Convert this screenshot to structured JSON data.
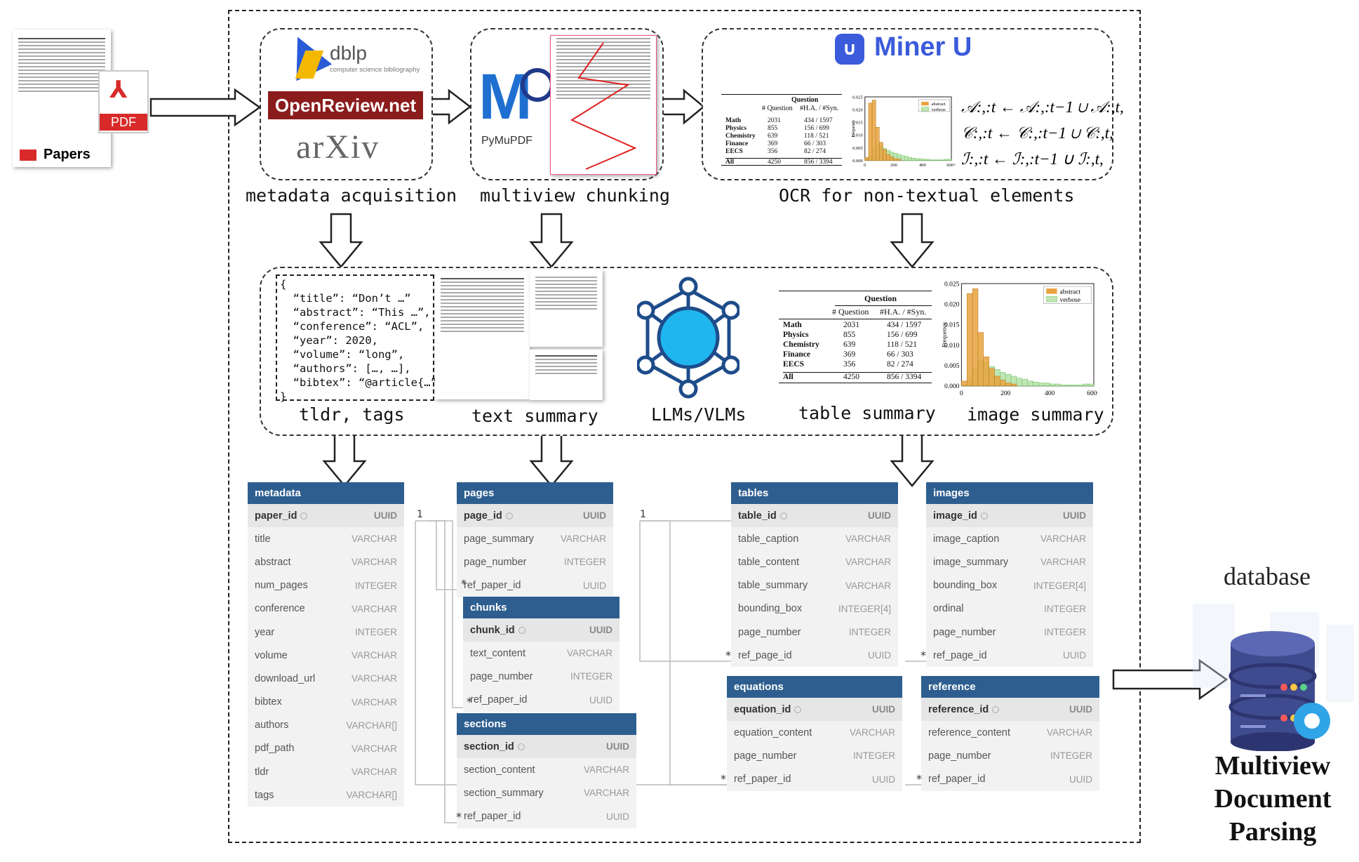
{
  "input": {
    "pdf_label": "PDF",
    "papers_label": "Papers"
  },
  "logos": {
    "dblp": "dblp",
    "dblp_sub": "computer science bibliography",
    "openreview": "OpenReview.net",
    "arxiv": "arXiv",
    "pymupdf": "PyMuPDF",
    "mineru": "Miner U"
  },
  "captions": {
    "metadata": "metadata acquisition",
    "chunking": "multiview chunking",
    "ocr": "OCR for non-textual elements",
    "tldr": "tldr, tags",
    "text_summary": "text summary",
    "llm": "LLMs/VLMs",
    "table_summary": "table summary",
    "image_summary": "image summary"
  },
  "json_example": [
    "{",
    "  “title”: “Don’t …”",
    "  “abstract”: “This …”,",
    "  “conference”: “ACL”,",
    "  “year”: 2020,",
    "  “volume”: “long”,",
    "  “authors”: […, …],",
    "  “bibtex”: “@article{…”",
    "}"
  ],
  "stats_table": {
    "group_header": "Question",
    "col1": "# Question",
    "col2": "#H.A. / #Syn.",
    "rows": [
      {
        "name": "Math",
        "q": "2031",
        "ha": "434 / 1597"
      },
      {
        "name": "Physics",
        "q": "855",
        "ha": "156 / 699"
      },
      {
        "name": "Chemistry",
        "q": "639",
        "ha": "118 / 521"
      },
      {
        "name": "Finance",
        "q": "369",
        "ha": "66 / 303"
      },
      {
        "name": "EECS",
        "q": "356",
        "ha": "82 / 274"
      }
    ],
    "total": {
      "name": "All",
      "q": "4250",
      "ha": "856 / 3394"
    }
  },
  "histogram": {
    "legend": [
      "abstract",
      "verbose"
    ],
    "ylabel": "Frequency",
    "yticks": [
      "0.025",
      "0.020",
      "0.015",
      "0.010",
      "0.005",
      "0.000"
    ],
    "xticks": [
      "0",
      "200",
      "400",
      "600+"
    ]
  },
  "formulas": [
    "𝒜:,:t ← 𝒜:,:t−1 ∪ 𝒜:,t,",
    "𝒞:,:t ← 𝒞:,:t−1 ∪ 𝒞:,t,",
    "ℐ:,:t ← ℐ:,:t−1 ∪ ℐ:,t,"
  ],
  "schema": {
    "metadata": {
      "name": "metadata",
      "fields": [
        [
          "paper_id",
          "UUID"
        ],
        [
          "title",
          "VARCHAR"
        ],
        [
          "abstract",
          "VARCHAR"
        ],
        [
          "num_pages",
          "INTEGER"
        ],
        [
          "conference",
          "VARCHAR"
        ],
        [
          "year",
          "INTEGER"
        ],
        [
          "volume",
          "VARCHAR"
        ],
        [
          "download_url",
          "VARCHAR"
        ],
        [
          "bibtex",
          "VARCHAR"
        ],
        [
          "authors",
          "VARCHAR[]"
        ],
        [
          "pdf_path",
          "VARCHAR"
        ],
        [
          "tldr",
          "VARCHAR"
        ],
        [
          "tags",
          "VARCHAR[]"
        ]
      ]
    },
    "pages": {
      "name": "pages",
      "fields": [
        [
          "page_id",
          "UUID"
        ],
        [
          "page_summary",
          "VARCHAR"
        ],
        [
          "page_number",
          "INTEGER"
        ],
        [
          "ref_paper_id",
          "UUID"
        ]
      ]
    },
    "chunks": {
      "name": "chunks",
      "fields": [
        [
          "chunk_id",
          "UUID"
        ],
        [
          "text_content",
          "VARCHAR"
        ],
        [
          "page_number",
          "INTEGER"
        ],
        [
          "ref_paper_id",
          "UUID"
        ]
      ]
    },
    "sections": {
      "name": "sections",
      "fields": [
        [
          "section_id",
          "UUID"
        ],
        [
          "section_content",
          "VARCHAR"
        ],
        [
          "section_summary",
          "VARCHAR"
        ],
        [
          "ref_paper_id",
          "UUID"
        ]
      ]
    },
    "tables": {
      "name": "tables",
      "fields": [
        [
          "table_id",
          "UUID"
        ],
        [
          "table_caption",
          "VARCHAR"
        ],
        [
          "table_content",
          "VARCHAR"
        ],
        [
          "table_summary",
          "VARCHAR"
        ],
        [
          "bounding_box",
          "INTEGER[4]"
        ],
        [
          "page_number",
          "INTEGER"
        ],
        [
          "ref_page_id",
          "UUID"
        ]
      ]
    },
    "images": {
      "name": "images",
      "fields": [
        [
          "image_id",
          "UUID"
        ],
        [
          "image_caption",
          "VARCHAR"
        ],
        [
          "image_summary",
          "VARCHAR"
        ],
        [
          "bounding_box",
          "INTEGER[4]"
        ],
        [
          "ordinal",
          "INTEGER"
        ],
        [
          "page_number",
          "INTEGER"
        ],
        [
          "ref_page_id",
          "UUID"
        ]
      ]
    },
    "equations": {
      "name": "equations",
      "fields": [
        [
          "equation_id",
          "UUID"
        ],
        [
          "equation_content",
          "VARCHAR"
        ],
        [
          "page_number",
          "INTEGER"
        ],
        [
          "ref_paper_id",
          "UUID"
        ]
      ]
    },
    "reference": {
      "name": "reference",
      "fields": [
        [
          "reference_id",
          "UUID"
        ],
        [
          "reference_content",
          "VARCHAR"
        ],
        [
          "page_number",
          "INTEGER"
        ],
        [
          "ref_paper_id",
          "UUID"
        ]
      ]
    }
  },
  "relation_marks": {
    "one": "1",
    "many": "*"
  },
  "database": {
    "label": "database",
    "title_lines": [
      "Multiview",
      "Document",
      "Parsing"
    ]
  },
  "colors": {
    "table_header": "#2e5e8f",
    "logo_blue": "#2a5bd7",
    "openreview_red": "#8b1c1c",
    "llm_node": "#1fb6ef"
  }
}
